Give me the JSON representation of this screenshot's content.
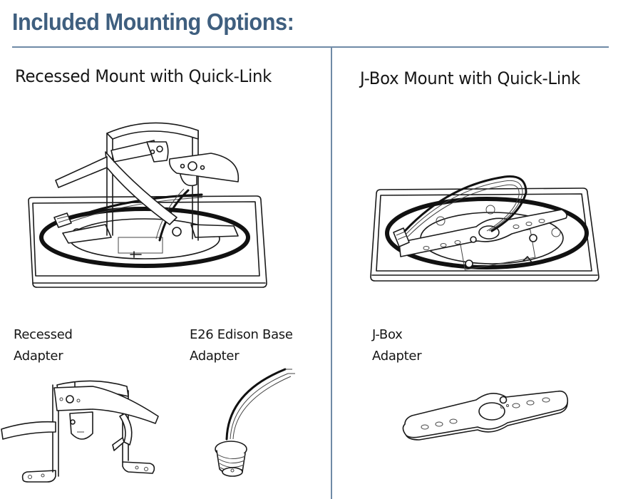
{
  "page": {
    "title": "Included Mounting Options:",
    "accent_color": "#3f5f7f",
    "rule_color": "#6f8aa6"
  },
  "sections": [
    {
      "title": "Recessed Mount with Quick-Link",
      "illustration": "recessed-mount-assembly",
      "adapters": [
        {
          "caption_lines": [
            "Recessed",
            "Adapter"
          ],
          "illustration": "recessed-adapter-bracket"
        },
        {
          "caption_lines": [
            "E26 Edison Base",
            "Adapter"
          ],
          "illustration": "e26-edison-base-adapter"
        }
      ]
    },
    {
      "title": "J-Box Mount with Quick-Link",
      "illustration": "jbox-mount-assembly",
      "adapters": [
        {
          "caption_lines": [
            "J-Box",
            "Adapter"
          ],
          "illustration": "jbox-adapter-plate"
        }
      ]
    }
  ]
}
